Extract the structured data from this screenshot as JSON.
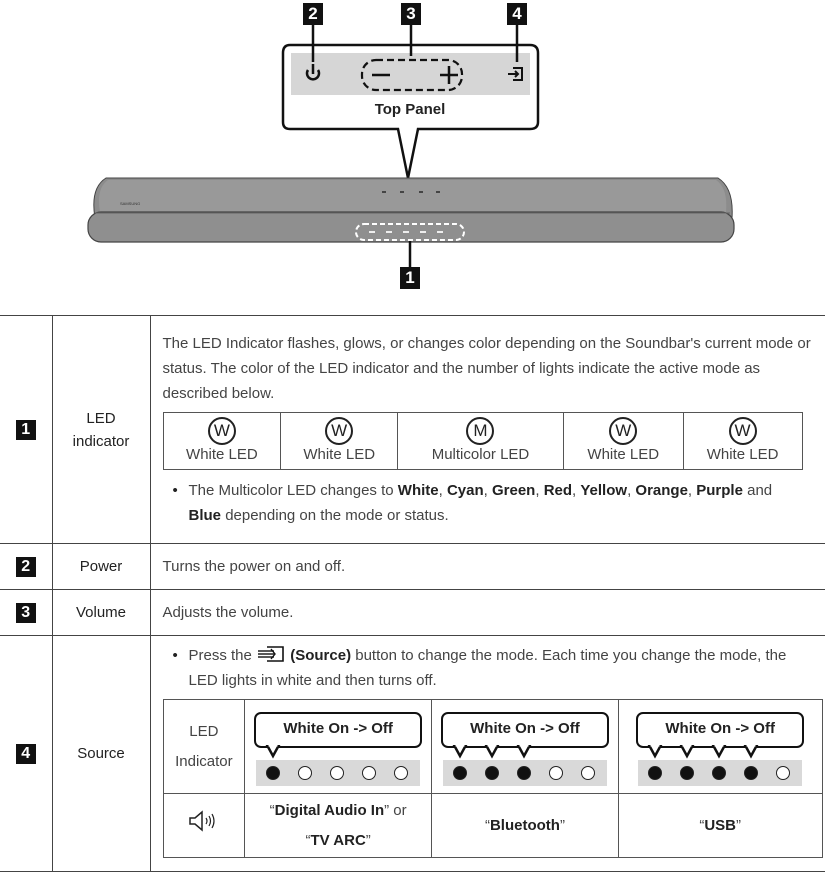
{
  "diagram": {
    "callouts": [
      "2",
      "3",
      "4",
      "1"
    ],
    "top_panel_label": "Top Panel",
    "icons": [
      "power-icon",
      "volume-minus-icon",
      "volume-plus-icon",
      "source-icon"
    ],
    "brand_text": "SAMSUNG"
  },
  "rows": [
    {
      "num": "1",
      "name": "LED indicator",
      "intro": "The LED Indicator flashes, glows, or changes color depending on the Soundbar's current mode or status. The color of the LED indicator and the number of lights indicate the active mode as described below.",
      "leds": [
        {
          "letter": "W",
          "label": "White LED"
        },
        {
          "letter": "W",
          "label": "White LED"
        },
        {
          "letter": "M",
          "label": "Multicolor LED"
        },
        {
          "letter": "W",
          "label": "White LED"
        },
        {
          "letter": "W",
          "label": "White LED"
        }
      ],
      "note_prefix": "The Multicolor LED changes to",
      "colors": [
        "White",
        "Cyan",
        "Green",
        "Red",
        "Yellow",
        "Orange",
        "Purple",
        "Blue"
      ],
      "note_and": "and",
      "note_suffix": "depending on the mode or status."
    },
    {
      "num": "2",
      "name": "Power",
      "desc": "Turns the power on and off."
    },
    {
      "num": "3",
      "name": "Volume",
      "desc": "Adjusts the volume."
    },
    {
      "num": "4",
      "name": "Source",
      "press_text": "Press the",
      "source_label": "(Source)",
      "press_suffix": "button to change the mode. Each time you change the mode, the LED lights in white and then turns off.",
      "led_indicator_label": "LED Indicator",
      "speaker_icon": "speaker-icon",
      "modes": [
        {
          "status": "White On -> Off",
          "lit": 1,
          "name_a": "Digital Audio In",
          "or": "or",
          "name_b": "TV ARC"
        },
        {
          "status": "White On -> Off",
          "lit": 3,
          "name_a": "Bluetooth"
        },
        {
          "status": "White On -> Off",
          "lit": 4,
          "name_a": "USB"
        }
      ]
    }
  ]
}
